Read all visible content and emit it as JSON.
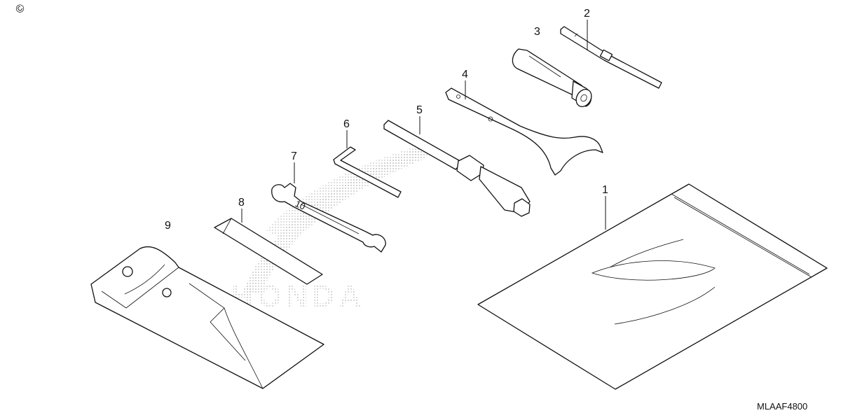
{
  "diagram": {
    "corner_mark": "©",
    "diagram_code": "MLAAF4800",
    "watermark_text": "HONDA",
    "callouts": [
      {
        "id": "1",
        "label": "1"
      },
      {
        "id": "2",
        "label": "2"
      },
      {
        "id": "3",
        "label": "3"
      },
      {
        "id": "4",
        "label": "4"
      },
      {
        "id": "5",
        "label": "5"
      },
      {
        "id": "6",
        "label": "6"
      },
      {
        "id": "7",
        "label": "7"
      },
      {
        "id": "8",
        "label": "8"
      },
      {
        "id": "9",
        "label": "9"
      }
    ]
  }
}
